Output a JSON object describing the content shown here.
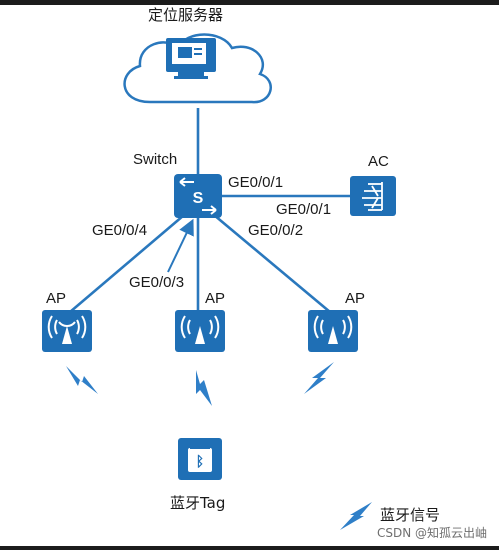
{
  "diagram": {
    "server_label": "定位服务器",
    "switch_label": "Switch",
    "switch_glyph": "S",
    "ac_label": "AC",
    "ports": {
      "switch_to_ac": "GE0/0/1",
      "ac_side": "GE0/0/1",
      "ap_left": "GE0/0/4",
      "ap_middle": "GE0/0/3",
      "ap_right": "GE0/0/2"
    },
    "aps": [
      {
        "label": "AP"
      },
      {
        "label": "AP"
      },
      {
        "label": "AP"
      }
    ],
    "tag_label": "蓝牙Tag",
    "tag_glyph": "ᛒ",
    "legend_label": "蓝牙信号"
  },
  "colors": {
    "device_blue": "#1f6fb5",
    "line_blue": "#2a78bd",
    "cloud_stroke": "#2a78bd",
    "signal_blue": "#2f7fc8"
  },
  "watermark": "CSDN @知孤云出岫"
}
